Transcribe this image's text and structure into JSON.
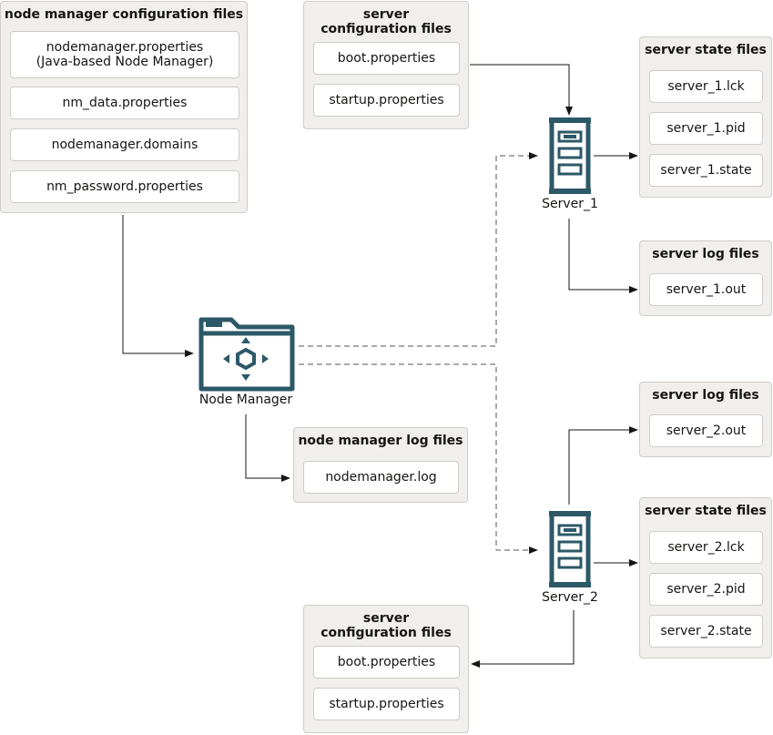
{
  "groups": {
    "nm_config": {
      "title": "node manager configuration files",
      "files": [
        "nodemanager.properties",
        "(Java-based Node Manager)",
        "nm_data.properties",
        "nodemanager.domains",
        "nm_password.properties"
      ]
    },
    "server1_config": {
      "title": "server configuration files",
      "files": [
        "boot.properties",
        "startup.properties"
      ]
    },
    "server1_state": {
      "title": "server state files",
      "files": [
        "server_1.lck",
        "server_1.pid",
        "server_1.state"
      ]
    },
    "server1_log": {
      "title": "server log files",
      "files": [
        "server_1.out"
      ]
    },
    "nm_log": {
      "title": "node manager log files",
      "files": [
        "nodemanager.log"
      ]
    },
    "server2_log": {
      "title": "server log files",
      "files": [
        "server_2.out"
      ]
    },
    "server2_state": {
      "title": "server state files",
      "files": [
        "server_2.lck",
        "server_2.pid",
        "server_2.state"
      ]
    },
    "server2_config": {
      "title": "server configuration files",
      "files": [
        "boot.properties",
        "startup.properties"
      ]
    }
  },
  "nodes": {
    "node_manager": "Node Manager",
    "server1": "Server_1",
    "server2": "Server_2"
  },
  "colors": {
    "icon": "#2c5967",
    "line": "#161513",
    "group_bg": "#f1efed",
    "border": "#cfccc9"
  },
  "icons": {
    "node_manager": "folder-with-hexagon-icon",
    "server": "server-tower-icon"
  }
}
